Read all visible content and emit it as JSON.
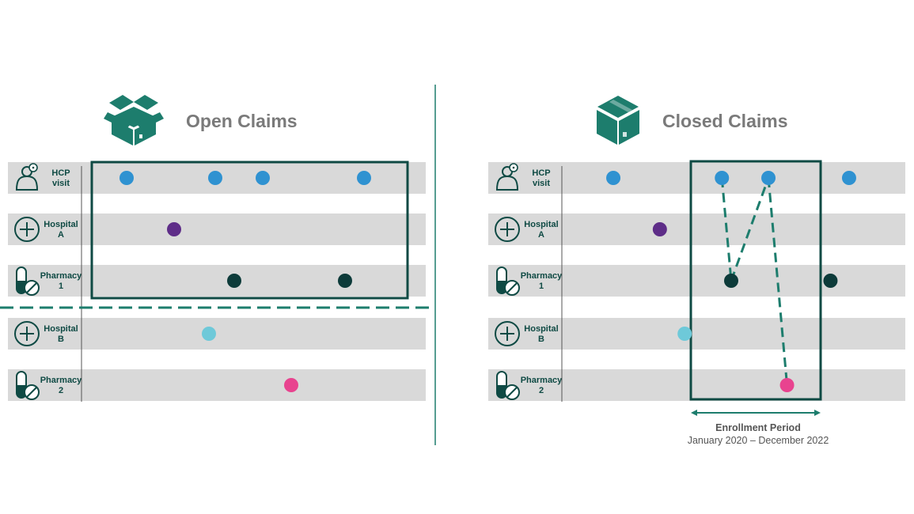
{
  "colors": {
    "teal": "#1d7d6d",
    "dark_teal": "#0f4a44",
    "band": "#d9d9d9",
    "title": "#7a7a7a",
    "blue": "#2f92d1",
    "purple": "#5e2d88",
    "dark": "#0d3b3a",
    "light_blue": "#6ec9d9",
    "pink": "#e8438f"
  },
  "rows": [
    {
      "key": "hcp",
      "icon": "person-icon",
      "line1": "HCP",
      "line2": "visit"
    },
    {
      "key": "hospA",
      "icon": "plus-circle-icon",
      "line1": "Hospital",
      "line2": "A"
    },
    {
      "key": "pharm1",
      "icon": "pill-icon",
      "line1": "Pharmacy",
      "line2": "1"
    },
    {
      "key": "hospB",
      "icon": "plus-circle-icon",
      "line1": "Hospital",
      "line2": "B"
    },
    {
      "key": "pharm2",
      "icon": "pill-icon",
      "line1": "Pharmacy",
      "line2": "2"
    }
  ],
  "panels": [
    {
      "key": "open",
      "title": "Open Claims",
      "icon": "open-box-icon",
      "events": [
        {
          "row": "hcp",
          "t": 0.1,
          "color": "blue"
        },
        {
          "row": "hcp",
          "t": 0.38,
          "color": "blue"
        },
        {
          "row": "hcp",
          "t": 0.53,
          "color": "blue"
        },
        {
          "row": "hcp",
          "t": 0.85,
          "color": "blue"
        },
        {
          "row": "hospA",
          "t": 0.25,
          "color": "purple"
        },
        {
          "row": "pharm1",
          "t": 0.44,
          "color": "dark"
        },
        {
          "row": "pharm1",
          "t": 0.79,
          "color": "dark"
        },
        {
          "row": "hospB",
          "t": 0.36,
          "color": "light_blue"
        },
        {
          "row": "pharm2",
          "t": 0.62,
          "color": "pink"
        }
      ]
    },
    {
      "key": "closed",
      "title": "Closed Claims",
      "icon": "closed-box-icon",
      "events": [
        {
          "row": "hcp",
          "t": 0.12,
          "color": "blue"
        },
        {
          "row": "hcp",
          "t": 0.47,
          "color": "blue"
        },
        {
          "row": "hcp",
          "t": 0.62,
          "color": "blue"
        },
        {
          "row": "hcp",
          "t": 0.88,
          "color": "blue"
        },
        {
          "row": "hospA",
          "t": 0.27,
          "color": "purple"
        },
        {
          "row": "pharm1",
          "t": 0.5,
          "color": "dark"
        },
        {
          "row": "pharm1",
          "t": 0.82,
          "color": "dark"
        },
        {
          "row": "hospB",
          "t": 0.35,
          "color": "light_blue"
        },
        {
          "row": "pharm2",
          "t": 0.68,
          "color": "pink"
        }
      ],
      "links": [
        [
          1,
          5
        ],
        [
          5,
          2
        ],
        [
          2,
          8
        ]
      ]
    }
  ],
  "enrollment": {
    "label": "Enrollment Period",
    "range": "January 2020 – December 2022"
  }
}
